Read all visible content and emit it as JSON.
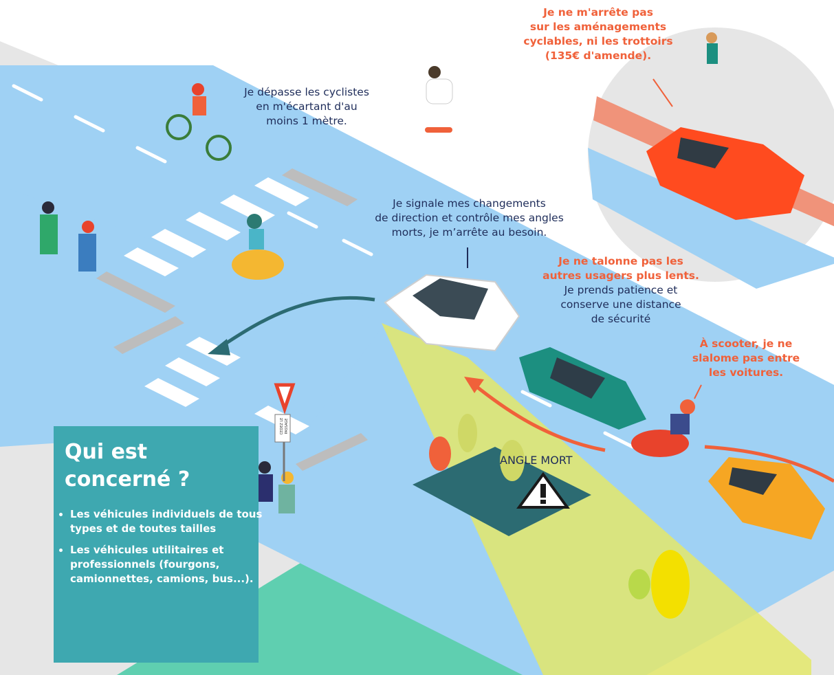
{
  "labels": {
    "cyclists": [
      "Je dépasse les cyclistes",
      "en m'écartant d'au",
      "moins 1 mètre."
    ],
    "parking": [
      "Je ne m'arrête pas",
      "sur les aménagements",
      "cyclables, ni les trottoirs",
      "(135€ d'amende)."
    ],
    "signal": [
      "Je signale mes changements",
      "de direction et contrôle mes angles",
      "morts, je m’arrête au besoin."
    ],
    "tailgate_bold": [
      "Je ne talonne pas les",
      "autres usagers plus lents."
    ],
    "tailgate_regular": [
      "Je prends patience et",
      "conserve une distance",
      "de sécurité"
    ],
    "scooter": [
      "À scooter, je ne",
      "slalome pas entre",
      "les voitures."
    ],
    "blind_spot": "ANGLE MORT",
    "yield_sign": [
      "CEDEZ LE",
      "PASSAGE"
    ]
  },
  "box": {
    "title": [
      "Qui est",
      "concerné ?"
    ],
    "items": [
      "Les véhicules individuels de tous types et de toutes tailles",
      "Les véhicules utilitaires et professionnels (fourgons, camionnettes, camions, bus...)."
    ]
  },
  "colors": {
    "road": "#9fd1f4",
    "sidewalk": "#e6e6e6",
    "accent_orange": "#f0613a",
    "box_teal": "#3ea8b0",
    "text_navy": "#1f2d5a",
    "blind_spot_yellow": "#e3e86a"
  }
}
